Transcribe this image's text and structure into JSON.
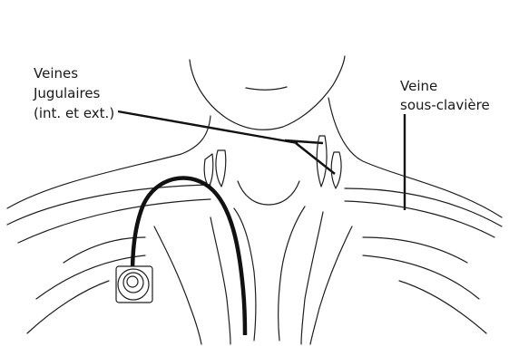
{
  "labels": {
    "jugular": {
      "lines": [
        "Veines",
        "Jugulaires",
        "(int. et ext.)"
      ]
    },
    "subclavian": {
      "lines": [
        "Veine",
        "sous-clavière"
      ]
    }
  },
  "colors": {
    "line": "#1f1f1f",
    "background": "#ffffff"
  },
  "icons": [
    "implantable-port-icon"
  ]
}
